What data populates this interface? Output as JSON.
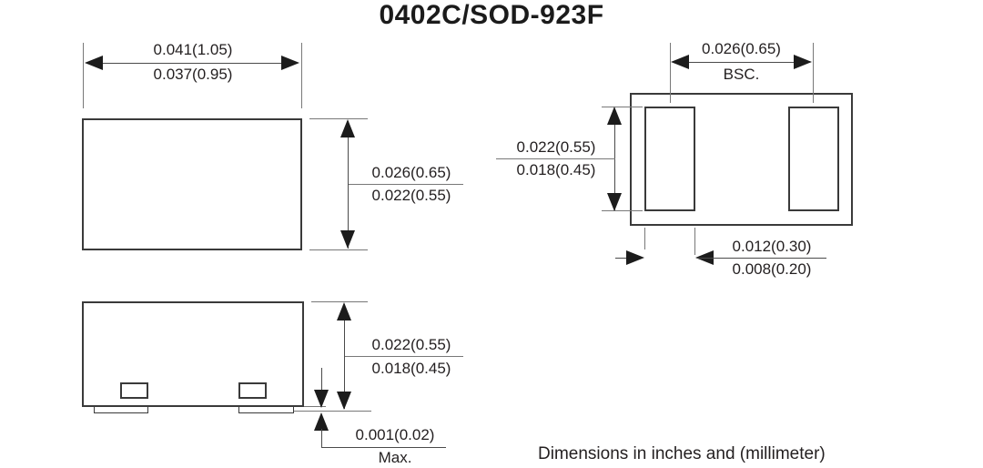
{
  "title": "0402C/SOD-923F",
  "note": "Dimensions in inches and (millimeter)",
  "top_view": {
    "width_max": "0.041(1.05)",
    "width_min": "0.037(0.95)",
    "height_max": "0.026(0.65)",
    "height_min": "0.022(0.55)"
  },
  "side_view": {
    "height_max": "0.022(0.55)",
    "height_min": "0.018(0.45)",
    "standoff_max": "0.001(0.02)",
    "standoff_qualifier": "Max."
  },
  "land_pattern": {
    "pad_length_max": "0.022(0.55)",
    "pad_length_min": "0.018(0.45)",
    "pitch": "0.026(0.65)",
    "pitch_qualifier": "BSC.",
    "pad_width_max": "0.012(0.30)",
    "pad_width_min": "0.008(0.20)"
  },
  "colors": {
    "outline": "#3a3a3a",
    "thin_line": "#787878",
    "arrow": "#1c1c1c",
    "text": "#231f20",
    "background": "#ffffff"
  }
}
